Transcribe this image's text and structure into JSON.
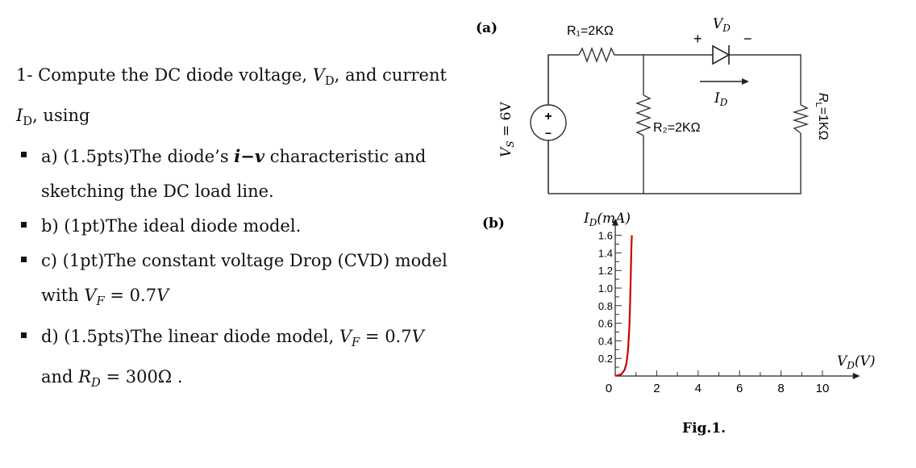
{
  "question": {
    "number": "1-",
    "intro_compute": "Compute the DC diode voltage,",
    "intro_vd_var": "V",
    "intro_vd_sub": "D",
    "intro_and": ", and current",
    "intro_id_var": "I",
    "intro_id_sub": "D",
    "intro_using": ", using",
    "parts": [
      {
        "id": "a",
        "line1_pre": "a) (1.5pts)The diode’s",
        "line1_iv": "i−v",
        "line1_post": "characteristic and",
        "line2": "sketching the DC load line."
      },
      {
        "id": "b",
        "line1": "b) (1pt)The ideal diode model."
      },
      {
        "id": "c",
        "line1": "c) (1pt)The constant voltage Drop (CVD) model",
        "line2_pre": "with",
        "line2_var": "V",
        "line2_sub": "F",
        "line2_eq": " = 0.7",
        "line2_unit": "V"
      },
      {
        "id": "d",
        "line1_pre": "d) (1.5pts)The  linear diode model,",
        "line1_var": "V",
        "line1_sub": "F",
        "line1_eq": " = 0.7",
        "line1_unit": "V",
        "line2_pre": "and",
        "line2_var": "R",
        "line2_sub": "D",
        "line2_eq": " = 300Ω ."
      }
    ]
  },
  "circuit": {
    "panel_label": "(a)",
    "r1_label": "R₁=2KΩ",
    "r2_label": "R₂=2KΩ",
    "rl_label": "R",
    "rl_sub": "L",
    "rl_value": "=1KΩ",
    "vs_label": "V",
    "vs_sub": "S",
    "vs_value": " = 6V",
    "source_plus": "+",
    "source_minus": "−",
    "vd_label": "V",
    "vd_sub": "D",
    "vd_plus": "+",
    "vd_minus": "−",
    "id_label": "I",
    "id_sub": "D"
  },
  "chart_data": {
    "type": "line",
    "panel_label": "(b)",
    "ylabel": "I",
    "ylabel_sub": "D",
    "ylabel_unit": "(mA)",
    "xlabel": "V",
    "xlabel_sub": "D",
    "xlabel_unit": "(V)",
    "xlim": [
      0,
      11
    ],
    "ylim": [
      0,
      1.6
    ],
    "x_ticks": [
      "0",
      "2",
      "4",
      "6",
      "8",
      "10"
    ],
    "y_ticks": [
      "0.2",
      "0.4",
      "0.6",
      "0.8",
      "1.0",
      "1.2",
      "1.4",
      "1.6"
    ],
    "series": [
      {
        "color": "#cc0000",
        "points": [
          [
            0.0,
            0.0
          ],
          [
            0.3,
            0.02
          ],
          [
            0.45,
            0.07
          ],
          [
            0.55,
            0.15
          ],
          [
            0.62,
            0.3
          ],
          [
            0.68,
            0.55
          ],
          [
            0.72,
            0.85
          ],
          [
            0.75,
            1.15
          ],
          [
            0.78,
            1.45
          ],
          [
            0.8,
            1.6
          ]
        ]
      }
    ]
  },
  "caption": "Fig.1."
}
